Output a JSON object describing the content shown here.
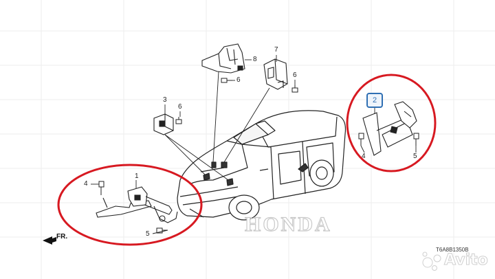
{
  "diagram": {
    "part_numbers": {
      "p1": "1",
      "p2": "2",
      "p3": "3",
      "p4a": "4",
      "p4b": "4",
      "p5a": "5",
      "p5b": "5",
      "p6a": "6",
      "p6b": "6",
      "p6c": "6",
      "p7": "7",
      "p8": "8"
    },
    "diagram_code": "T6A8B1350B",
    "front_label": "FR.",
    "watermark_brand": "HONDA",
    "watermark_site": "Avito"
  },
  "colors": {
    "highlight_circle": "#d71921",
    "part_2_box": "#2f6fb3",
    "line_art": "#222222"
  }
}
